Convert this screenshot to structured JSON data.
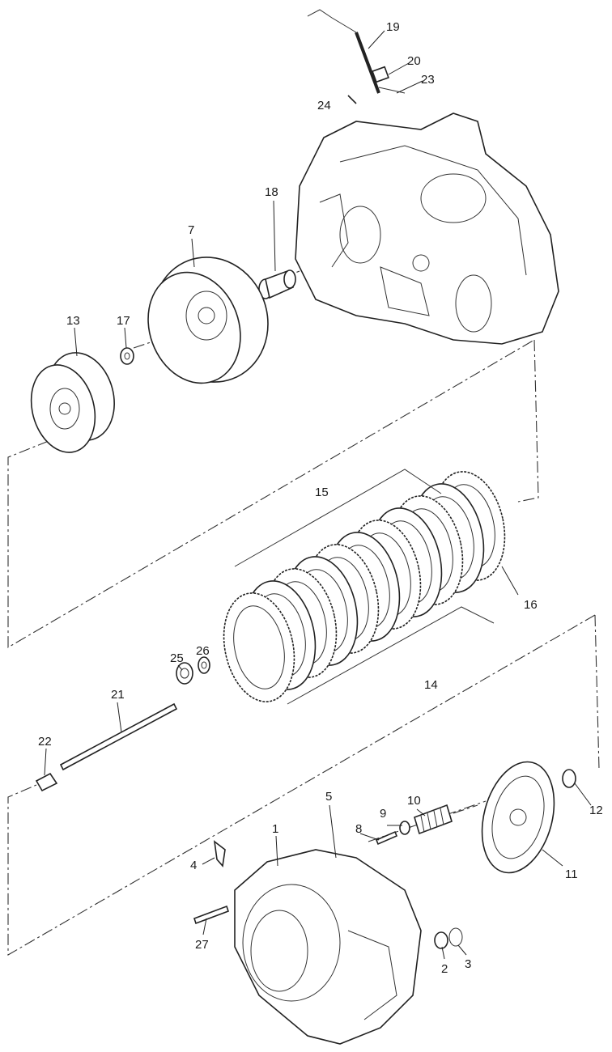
{
  "title": "Clutch assembly exploded view",
  "labels": {
    "p1": "1",
    "p2": "2",
    "p3": "3",
    "p4": "4",
    "p5": "5",
    "p7": "7",
    "p8": "8",
    "p9": "9",
    "p10": "10",
    "p11": "11",
    "p12": "12",
    "p13": "13",
    "p14": "14",
    "p15": "15",
    "p16": "16",
    "p17": "17",
    "p18": "18",
    "p19": "19",
    "p20": "20",
    "p21": "21",
    "p22": "22",
    "p23": "23",
    "p24": "24",
    "p25": "25",
    "p26": "26",
    "p27": "27"
  }
}
